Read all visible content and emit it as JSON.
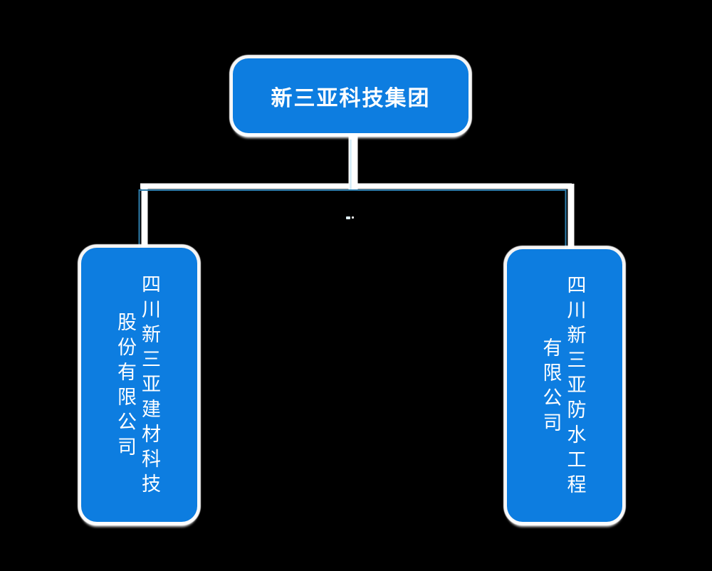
{
  "chart": {
    "type": "org-tree",
    "background": "#000000",
    "node_color": "#0d7de0",
    "text_color": "#ffffff",
    "link_color": "#2e7fae",
    "link_glow_color": "#ffffff",
    "stem_core_color": "#d4ecf7",
    "root": {
      "label": "新三亚科技集团"
    },
    "children": [
      {
        "label": "四川新三亚建材科技股份有限公司",
        "lines": [
          "四川新三亚建材科技",
          "股份有限公司"
        ]
      },
      {
        "label": "四川新三亚防水工程有限公司",
        "lines": [
          "四川新三亚防水工程",
          "有限公司"
        ]
      }
    ]
  }
}
